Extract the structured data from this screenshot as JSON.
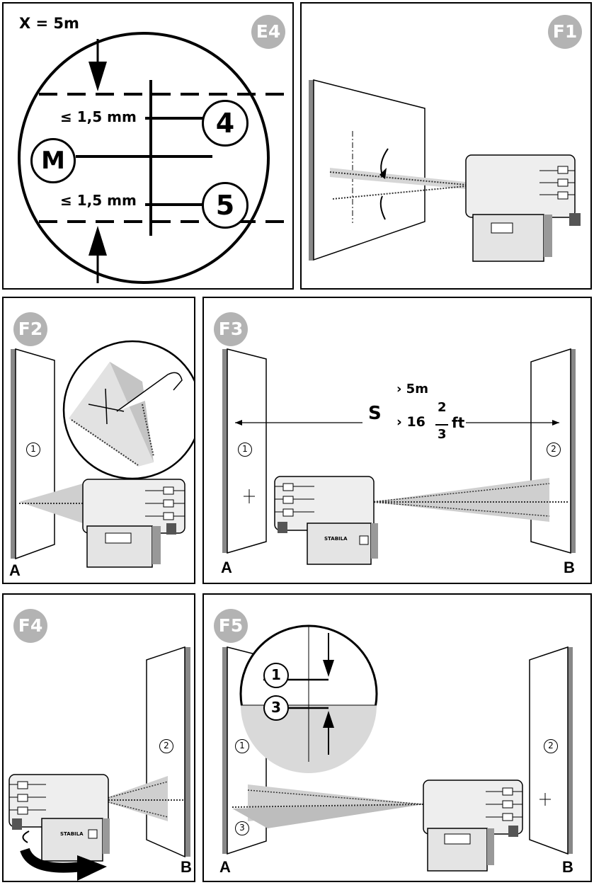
{
  "panels": {
    "e4": {
      "badge": "E4",
      "distance": "X = 5m",
      "tolerance_top": "≤ 1,5 mm",
      "tolerance_bottom": "≤ 1,5 mm",
      "marker_m": "M",
      "marker_4": "4",
      "marker_5": "5"
    },
    "f1": {
      "badge": "F1"
    },
    "f2": {
      "badge": "F2",
      "wall_label": "A",
      "point_1": "1"
    },
    "f3": {
      "badge": "F3",
      "wall_a": "A",
      "wall_b": "B",
      "point_1": "1",
      "point_2": "2",
      "distance_symbol": "S",
      "distance_m": "› 5m",
      "distance_ft_prefix": "› 16",
      "frac_num": "2",
      "frac_den": "3",
      "distance_ft_unit": "ft",
      "brand": "STABILA"
    },
    "f4": {
      "badge": "F4",
      "wall_b": "B",
      "point_2": "2",
      "brand": "STABILA"
    },
    "f5": {
      "badge": "F5",
      "wall_a": "A",
      "wall_b": "B",
      "point_1": "1",
      "point_2": "2",
      "point_3": "3",
      "zoom_1": "1",
      "zoom_3": "3"
    }
  }
}
